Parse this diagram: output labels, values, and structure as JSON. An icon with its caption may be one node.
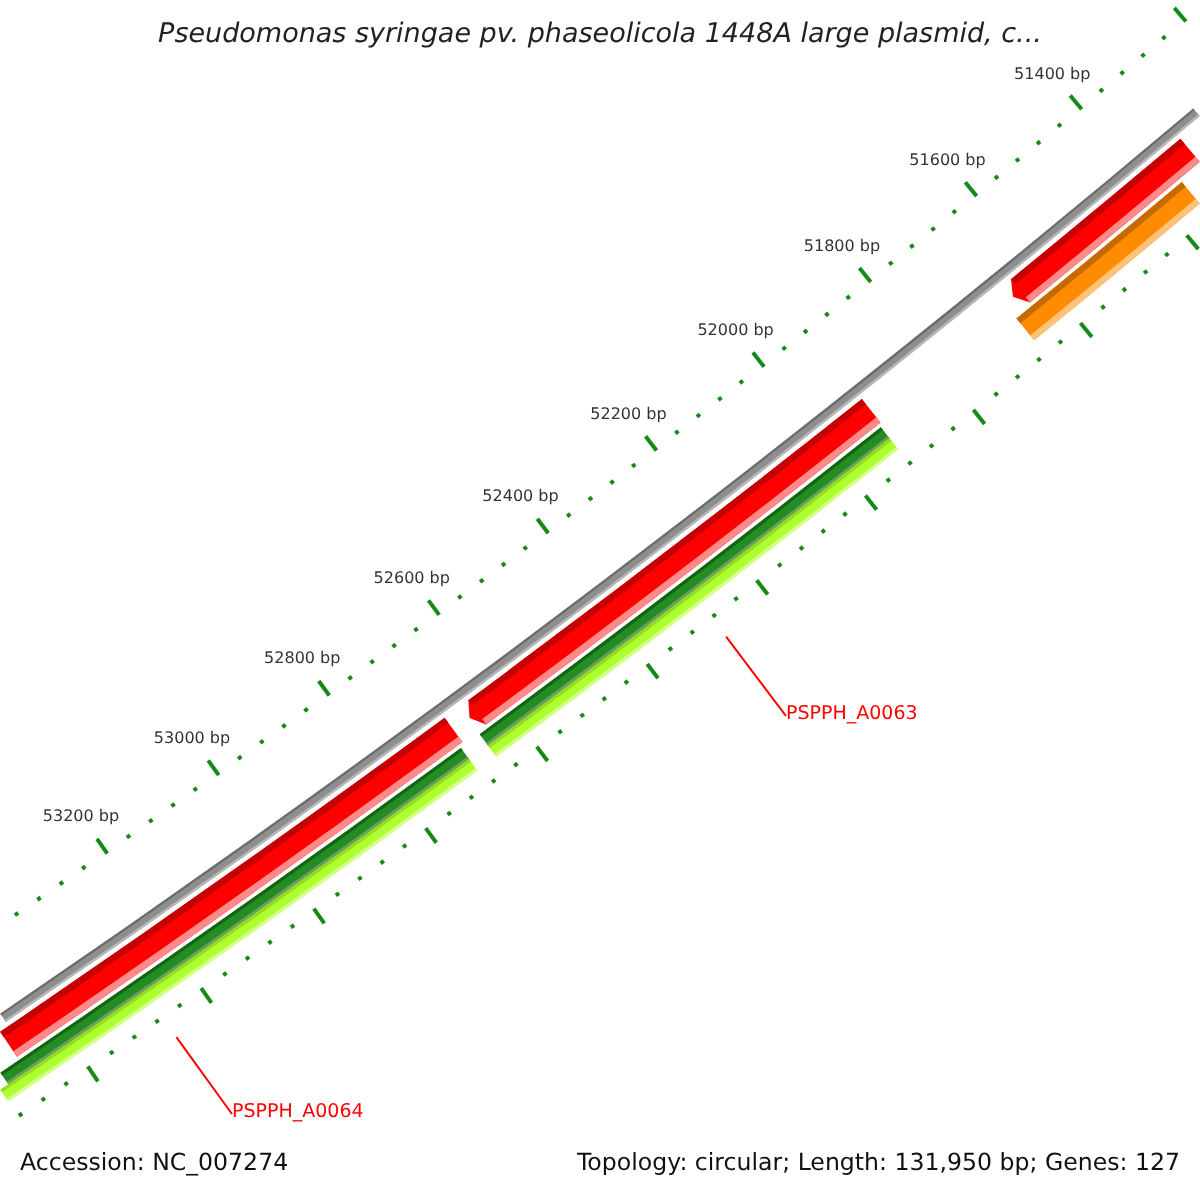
{
  "diagram": {
    "title": "Pseudomonas syringae pv. phaseolicola 1448A large plasmid, c...",
    "nodes": [
      {
        "text": [],
        "shape": "bar"
      },
      {
        "text": [
          "PSPPH_A0063"
        ]
      },
      {
        "text": [],
        "shape": "bar"
      },
      {
        "text": [
          "PSPPH_A0064"
        ]
      }
    ],
    "edges": [
      {
        "from": 1,
        "to": 0,
        "arrow": "none"
      },
      {
        "from": 3,
        "to": 2,
        "arrow": "none"
      }
    ],
    "labels": [
      "51400 bp",
      "51600 bp",
      "51800 bp",
      "52000 bp",
      "52200 bp",
      "52400 bp",
      "52600 bp",
      "52800 bp",
      "53000 bp",
      "53200 bp",
      "Accession: NC_007274",
      "Topology: circular; Length: 131,950 bp; Genes: 127"
    ]
  }
}
